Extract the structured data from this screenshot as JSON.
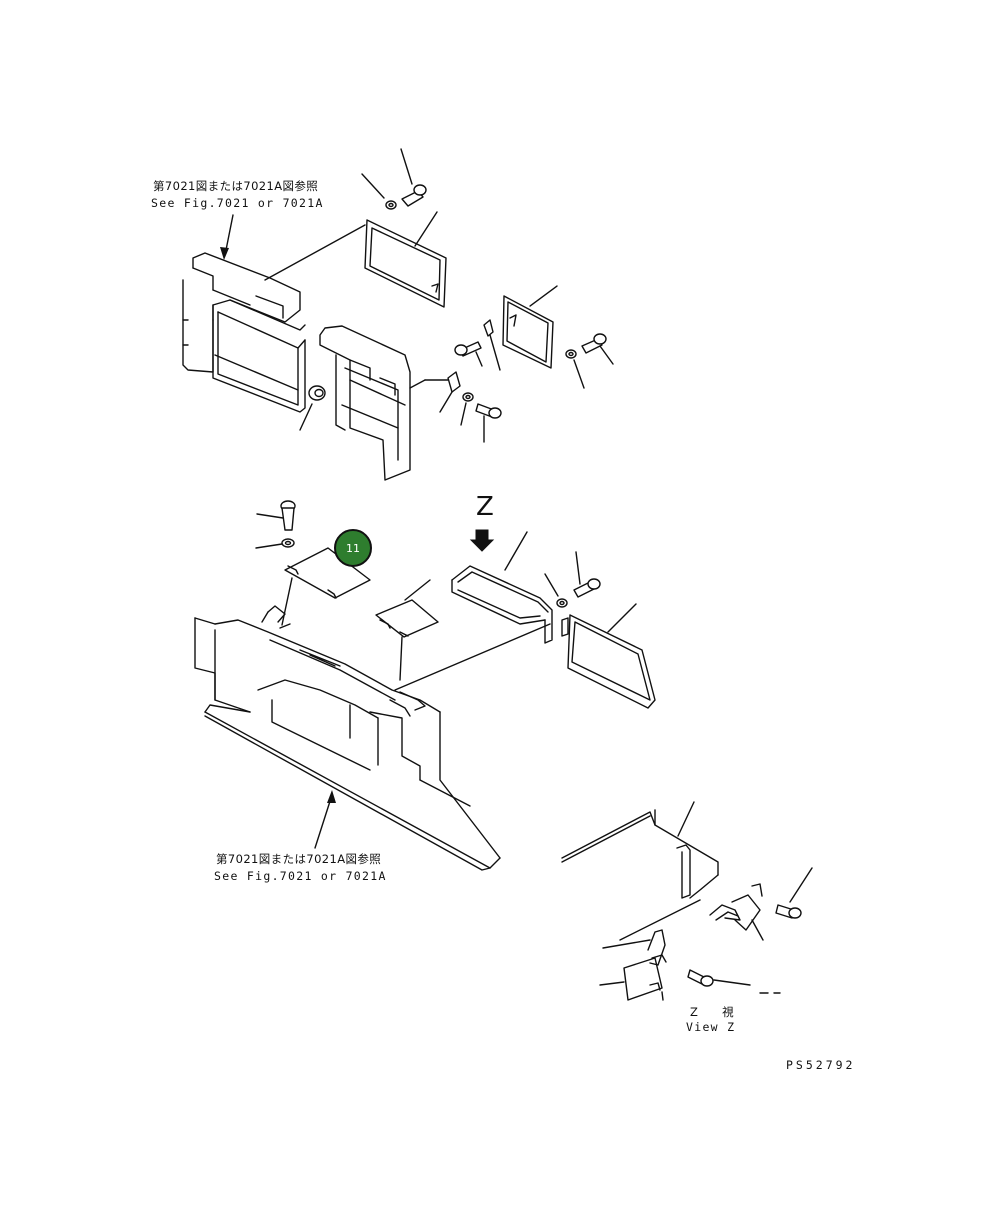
{
  "labels": {
    "ref_top_jp": "第7021図または7021A図参照",
    "ref_top_en": "See Fig.7021 or 7021A",
    "ref_bottom_jp": "第7021図または7021A図参照",
    "ref_bottom_en": "See Fig.7021 or 7021A",
    "view_arrow": "Z",
    "view_jp": "Z　　視",
    "view_en": "View Z",
    "drawing_code": "PS52792"
  },
  "callout": {
    "number": "11",
    "fill_color": "#2e7d2e",
    "ring_color": "#111111"
  },
  "colors": {
    "line": "#111111",
    "background": "#ffffff"
  }
}
